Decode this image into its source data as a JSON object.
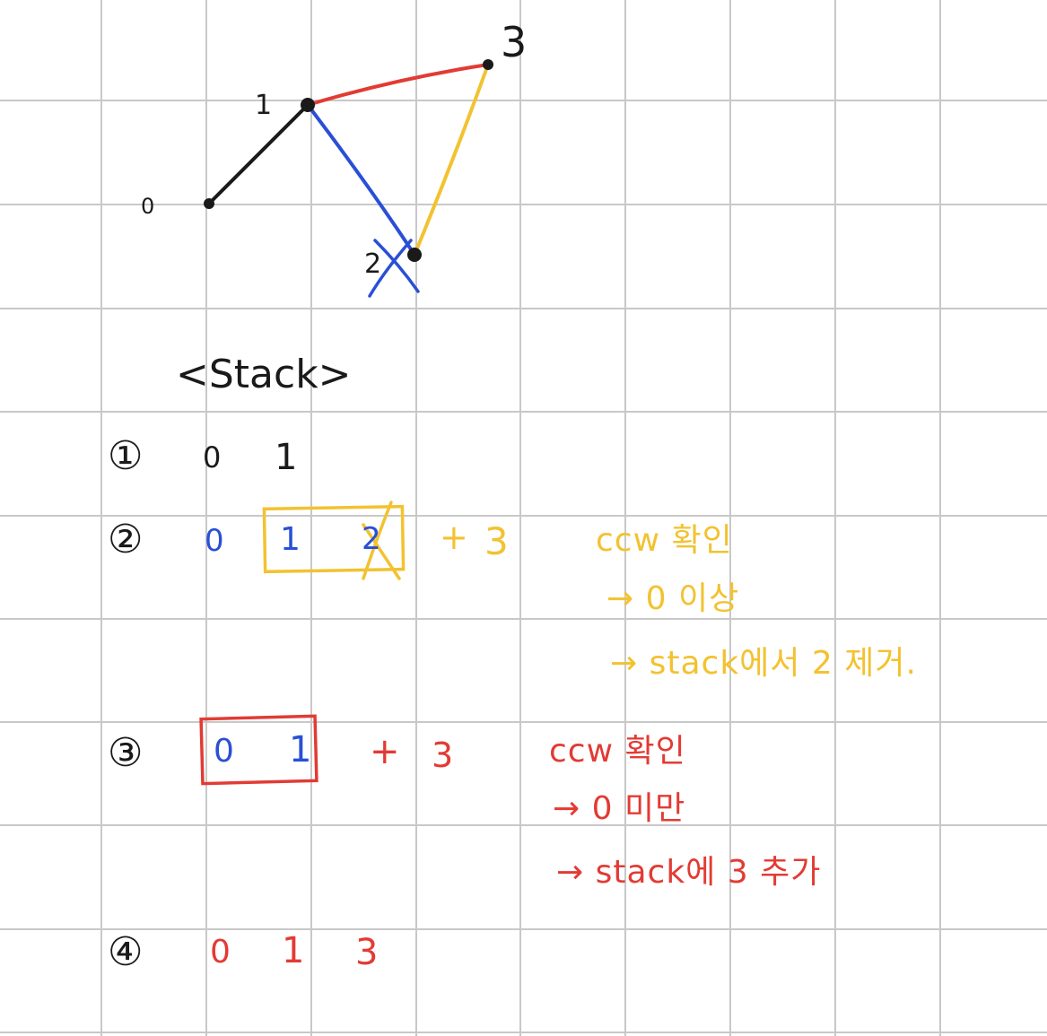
{
  "colors": {
    "grid": "#c8c8c8",
    "black": "#1a1a1a",
    "red": "#e23b34",
    "blue": "#2a4fd6",
    "yellow": "#f2c230"
  },
  "graph": {
    "node_labels": [
      "0",
      "1",
      "2",
      "3"
    ]
  },
  "stack_title": "<Stack>",
  "steps": [
    {
      "index": "①",
      "items": [
        "0",
        "1"
      ]
    },
    {
      "index": "②",
      "items": [
        "0",
        "1",
        "2"
      ],
      "plus": "+",
      "added": "3",
      "notes": [
        "ccw 확인",
        "→ 0 이상",
        "→ stack에서 2 제거."
      ]
    },
    {
      "index": "③",
      "items": [
        "0",
        "1"
      ],
      "plus": "+",
      "added": "3",
      "notes": [
        "ccw 확인",
        "→ 0 미만",
        "→ stack에 3 추가"
      ]
    },
    {
      "index": "④",
      "items": [
        "0",
        "1",
        "3"
      ]
    }
  ]
}
